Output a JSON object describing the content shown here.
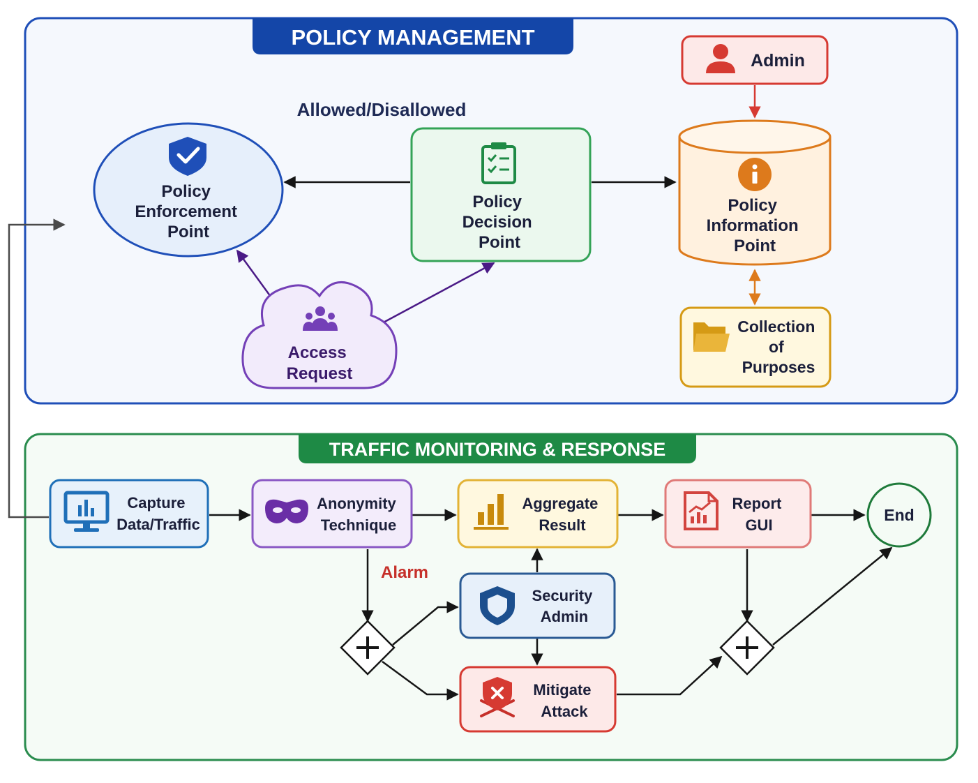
{
  "sections": {
    "policy": {
      "title": "POLICY MANAGEMENT"
    },
    "traffic": {
      "title": "TRAFFIC MONITORING & RESPONSE"
    }
  },
  "labels": {
    "allowed": "Allowed/Disallowed",
    "alarm": "Alarm"
  },
  "nodes": {
    "admin": {
      "lines": [
        "Admin"
      ]
    },
    "pep": {
      "lines": [
        "Policy",
        "Enforcement",
        "Point"
      ]
    },
    "pdp": {
      "lines": [
        "Policy",
        "Decision",
        "Point"
      ]
    },
    "pip": {
      "lines": [
        "Policy",
        "Information",
        "Point"
      ]
    },
    "access": {
      "lines": [
        "Access",
        "Request"
      ]
    },
    "purposes": {
      "lines": [
        "Collection",
        "of",
        "Purposes"
      ]
    },
    "capture": {
      "lines": [
        "Capture",
        "Data/Traffic"
      ]
    },
    "anonymity": {
      "lines": [
        "Anonymity",
        "Technique"
      ]
    },
    "aggregate": {
      "lines": [
        "Aggregate",
        "Result"
      ]
    },
    "report": {
      "lines": [
        "Report",
        "GUI"
      ]
    },
    "end": {
      "lines": [
        "End"
      ]
    },
    "security": {
      "lines": [
        "Security",
        "Admin"
      ]
    },
    "mitigate": {
      "lines": [
        "Mitigate",
        "Attack"
      ]
    }
  },
  "icons": {
    "admin": "person-icon",
    "pep": "shield-check-icon",
    "pdp": "clipboard-checklist-icon",
    "pip": "info-icon",
    "access": "group-icon",
    "purposes": "folder-icon",
    "capture": "monitor-chart-icon",
    "anonymity": "mask-icon",
    "aggregate": "bar-chart-icon",
    "report": "report-icon",
    "security": "shield-icon",
    "mitigate": "shield-x-swords-icon",
    "gateway": "plus-icon"
  },
  "colors": {
    "policy_header": "#1446a8",
    "traffic_header": "#1e8a45",
    "admin": "#d63a32",
    "alarm": "#c6302a"
  }
}
